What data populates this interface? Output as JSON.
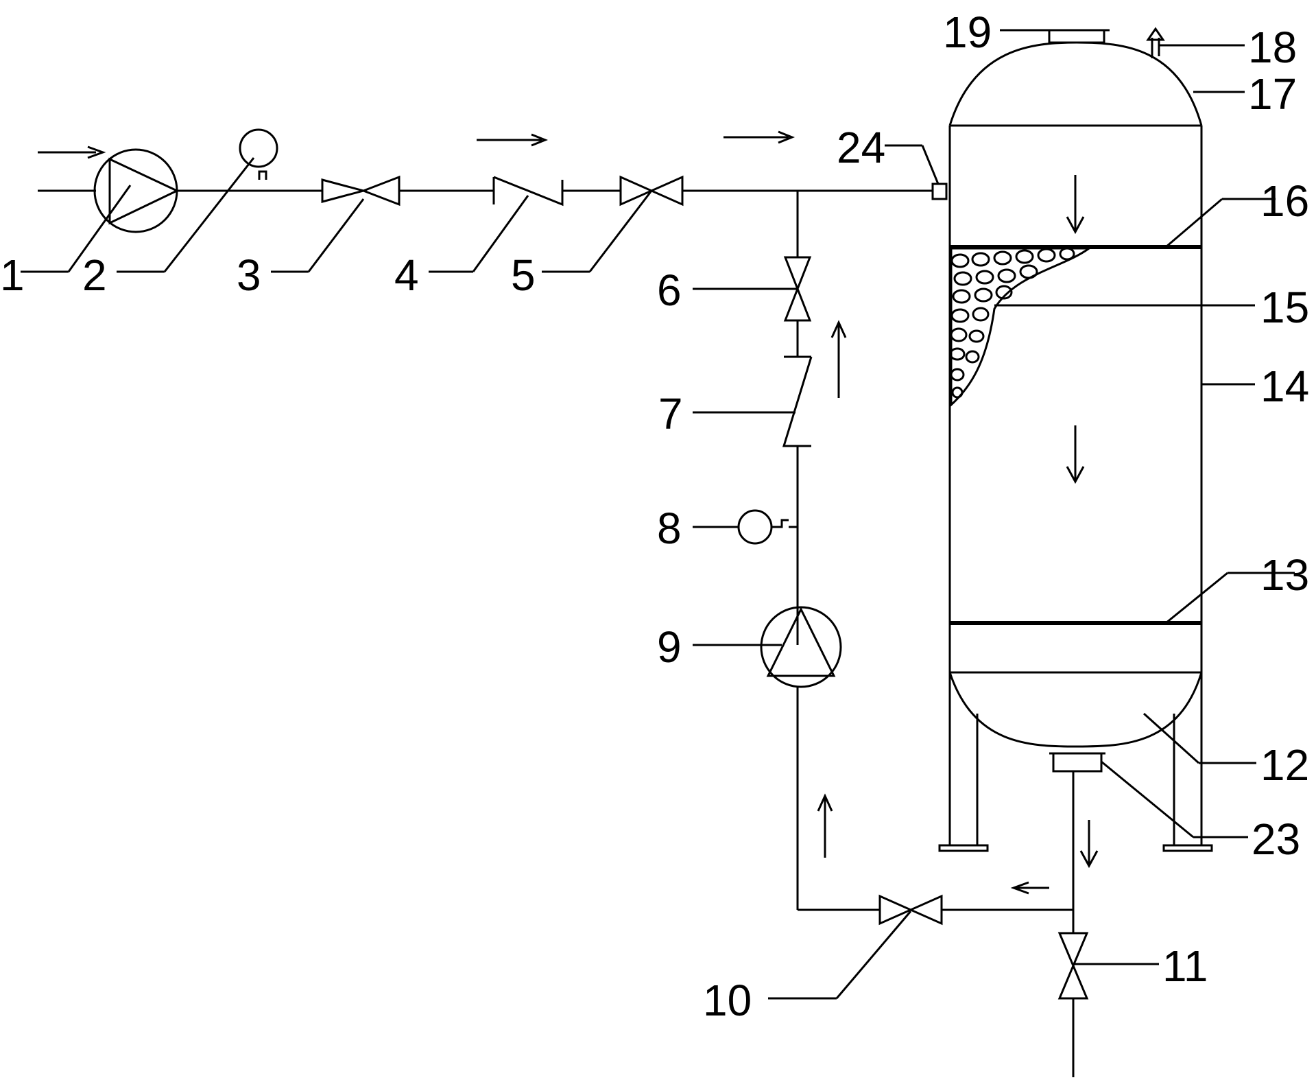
{
  "labels": [
    "1",
    "2",
    "3",
    "4",
    "5",
    "6",
    "7",
    "8",
    "9",
    "10",
    "11",
    "12",
    "13",
    "14",
    "15",
    "16",
    "17",
    "18",
    "19",
    "23",
    "24"
  ],
  "colors": {
    "ink": "#000000",
    "background": "#ffffff"
  },
  "icons": [
    "pump-icon",
    "pressure-gauge-icon",
    "valve-icon",
    "check-valve-icon",
    "flow-arrow-icon",
    "packing-media-icon"
  ]
}
